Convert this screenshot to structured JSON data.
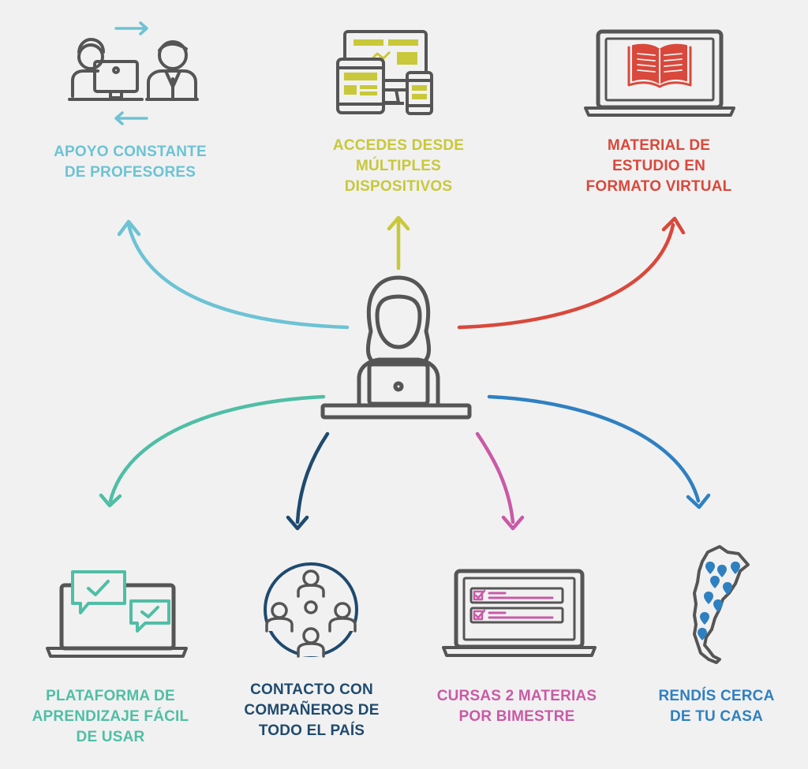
{
  "colors": {
    "background": "#f1f1f1",
    "icon_stroke": "#555555",
    "teacher_support": "#6cc3d4",
    "devices": "#c8c83a",
    "virtual_material": "#d9483b",
    "easy_platform": "#4fbea5",
    "classmates": "#1f4a6e",
    "two_subjects": "#c95aa6",
    "exams_near_home": "#2f80c1"
  },
  "center": {
    "icon": "student-with-laptop-icon"
  },
  "nodes": {
    "teacher_support": {
      "icon": "teacher-student-exchange-icon",
      "line1": "APOYO CONSTANTE",
      "line2": "DE PROFESORES"
    },
    "devices": {
      "icon": "multiple-devices-icon",
      "line1": "ACCEDES DESDE",
      "line2": "MÚLTIPLES",
      "line3": "DISPOSITIVOS"
    },
    "virtual_material": {
      "icon": "laptop-open-book-icon",
      "line1": "MATERIAL DE",
      "line2": "ESTUDIO EN",
      "line3": "FORMATO VIRTUAL"
    },
    "easy_platform": {
      "icon": "laptop-chat-check-icon",
      "line1": "PLATAFORMA DE",
      "line2": "APRENDIZAJE FÁCIL",
      "line3": "DE USAR"
    },
    "classmates": {
      "icon": "group-network-icon",
      "line1": "CONTACTO CON",
      "line2": "COMPAÑEROS DE",
      "line3": "TODO EL PAÍS"
    },
    "two_subjects": {
      "icon": "laptop-checklist-icon",
      "line1": "CURSAS 2 MATERIAS",
      "line2": "POR BIMESTRE"
    },
    "exams_near_home": {
      "icon": "argentina-map-pins-icon",
      "line1": "RENDÍS CERCA",
      "line2": "DE TU CASA"
    }
  }
}
